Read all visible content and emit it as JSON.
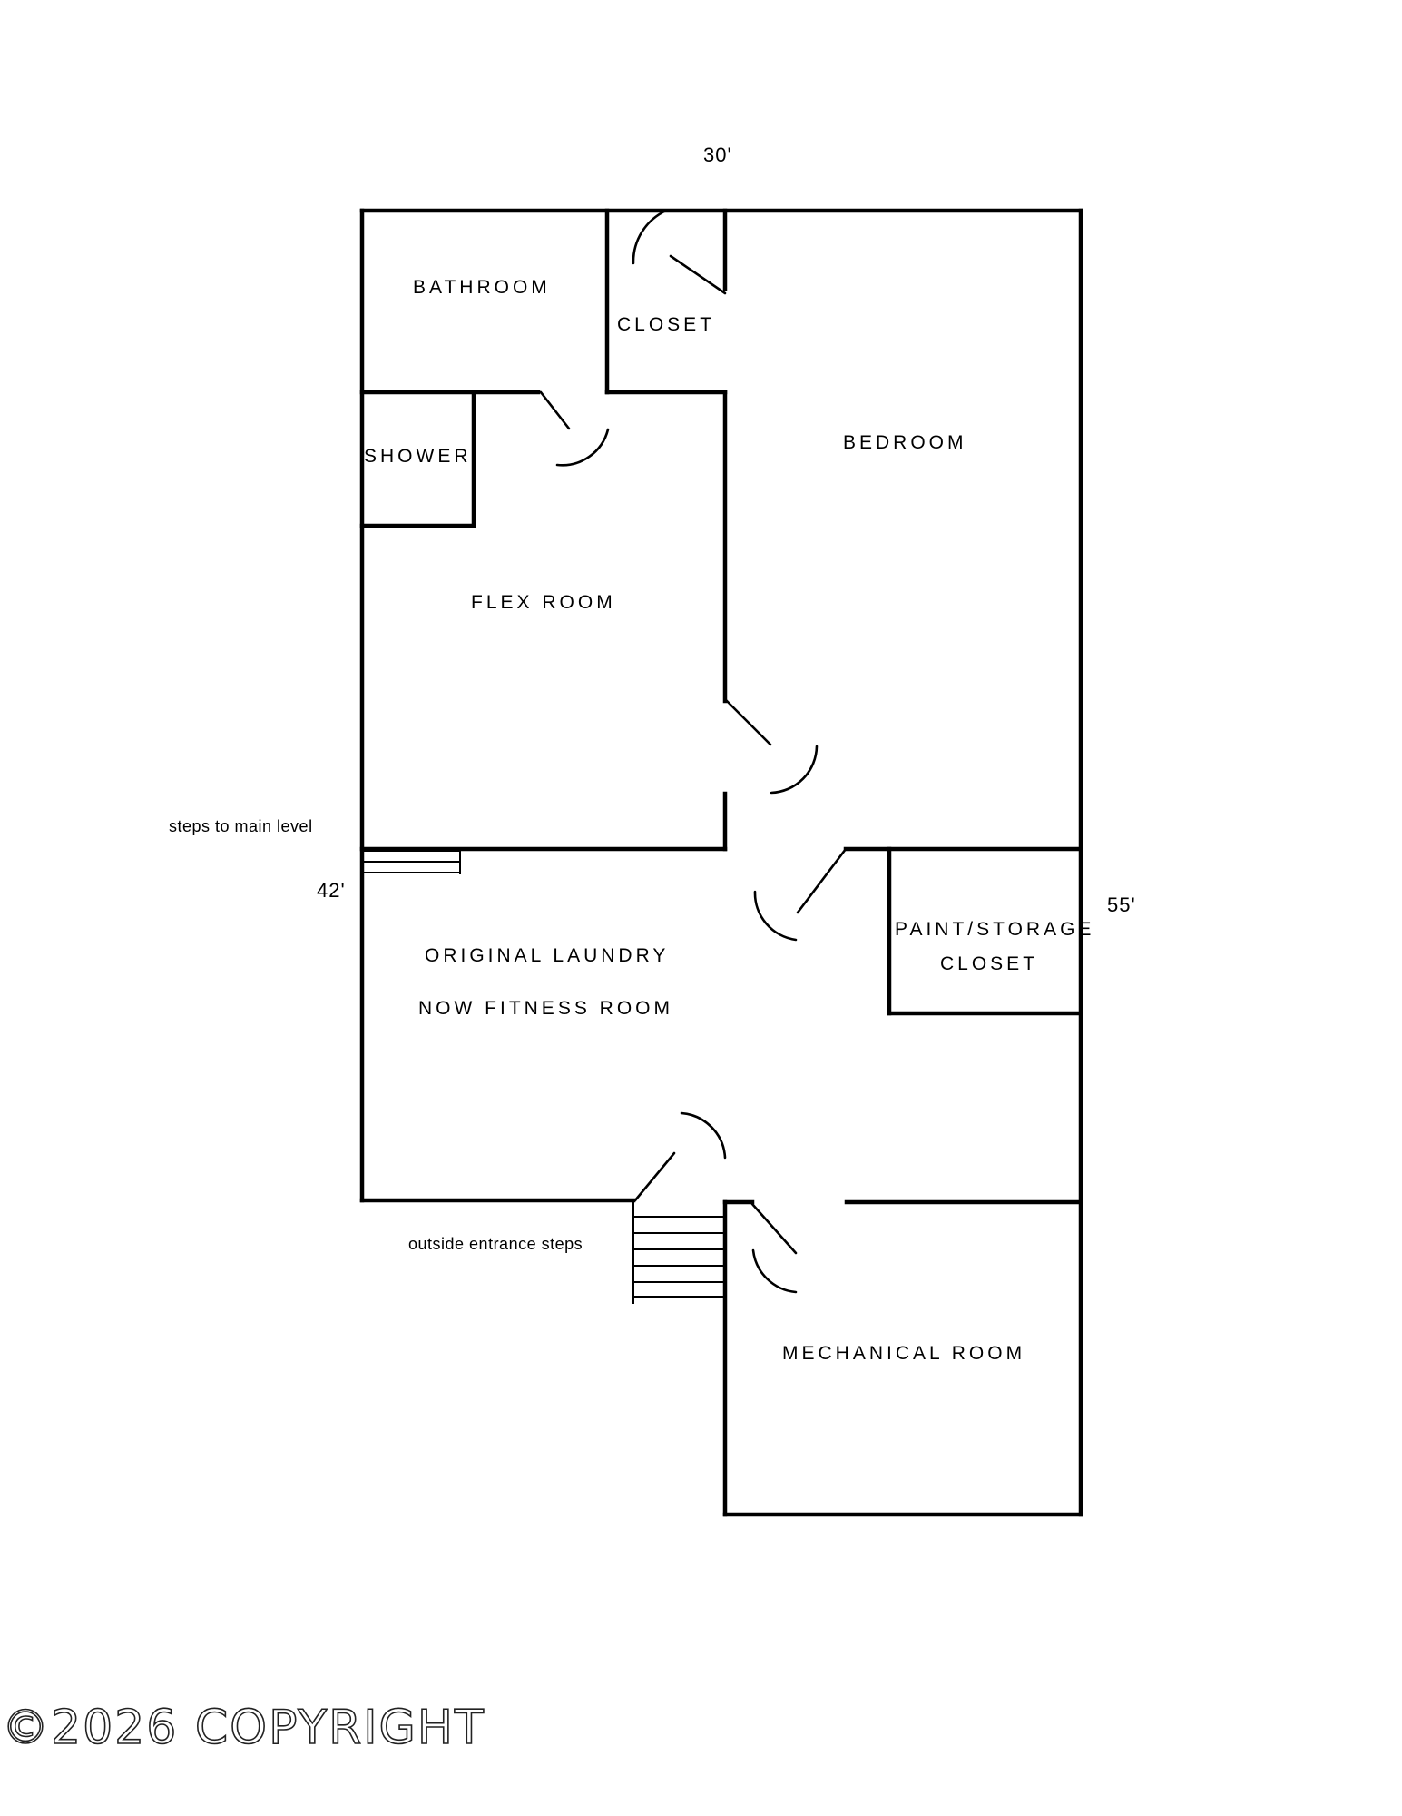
{
  "dimensions": {
    "top": "30'",
    "left": "42'",
    "right": "55'"
  },
  "rooms": {
    "bathroom": "BATHROOM",
    "closet": "CLOSET",
    "shower": "SHOWER",
    "bedroom": "BEDROOM",
    "flex_room": "FLEX ROOM",
    "laundry_line1": "ORIGINAL LAUNDRY",
    "laundry_line2": "NOW FITNESS ROOM",
    "paint_line1": "PAINT/STORAGE",
    "paint_line2": "CLOSET",
    "mechanical": "MECHANICAL ROOM"
  },
  "notes": {
    "steps_main": "steps to main level",
    "outside_steps": "outside entrance steps"
  },
  "watermark": "©2026 COPYRIGHT"
}
